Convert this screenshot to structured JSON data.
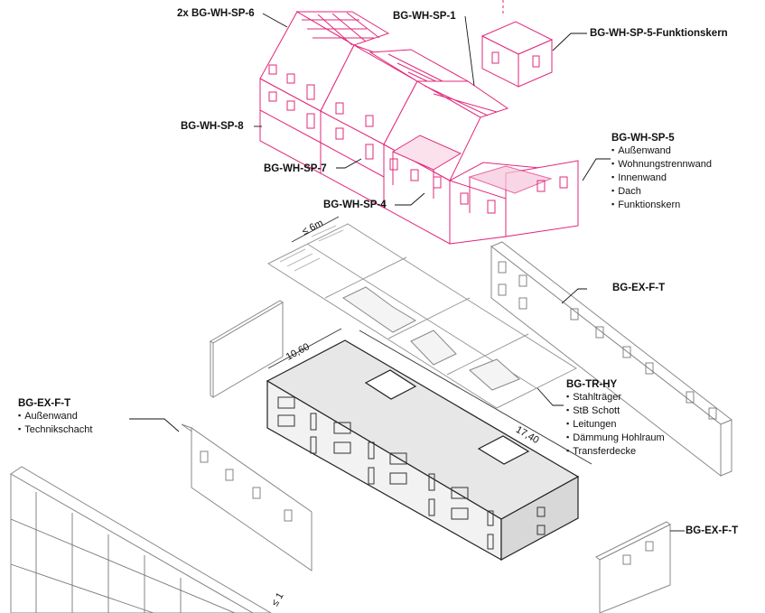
{
  "labels": {
    "sp6": "2x BG-WH-SP-6",
    "sp1": "BG-WH-SP-1",
    "sp5_core": "BG-WH-SP-5-Funktionskern",
    "sp8": "BG-WH-SP-8",
    "sp7": "BG-WH-SP-7",
    "sp4": "BG-WH-SP-4",
    "sp5": {
      "title": "BG-WH-SP-5",
      "items": [
        "Außenwand",
        "Wohnungstrennwand",
        "Innenwand",
        "Dach",
        "Funktionskern"
      ]
    },
    "ex_top": "BG-EX-F-T",
    "tr_hy": {
      "title": "BG-TR-HY",
      "items": [
        "Stahlträger",
        "StB Schott",
        "Leitungen",
        "Dämmung Hohlraum",
        "Transferdecke"
      ]
    },
    "ex_left": {
      "title": "BG-EX-F-T",
      "items": [
        "Außenwand",
        "Technikschacht"
      ]
    },
    "ex_right": "BG-EX-F-T"
  },
  "dimensions": {
    "span": "≤ 6m",
    "width": "10,60",
    "length": "17,40",
    "bottom": "≤ 1"
  },
  "colors": {
    "accent": "#e2287a",
    "accent_fill": "#f7c6dc",
    "line": "#222222",
    "light_line": "#9a9a9a"
  }
}
